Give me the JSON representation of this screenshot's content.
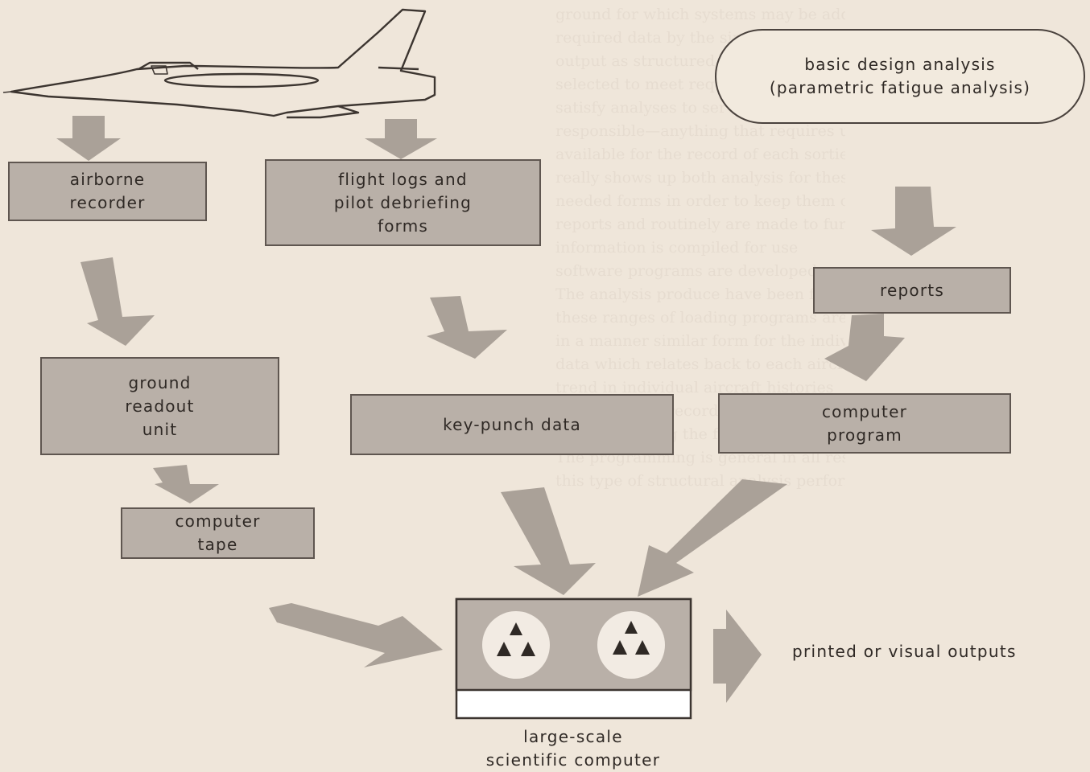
{
  "diagram": {
    "recorder_box": "airborne\nrecorder",
    "flightlogs_box": "flight logs and\npilot debriefing\nforms",
    "design_analysis": {
      "line1": "basic design analysis",
      "line2": "(parametric fatigue analysis)"
    },
    "reports_box": "reports",
    "readout_box": "ground\nreadout\nunit",
    "keypunch_box": "key-punch data",
    "program_box": "computer\nprogram",
    "tape_box": "computer\ntape",
    "computer_label": {
      "line1": "large-scale",
      "line2": "scientific computer"
    },
    "outputs_label": "printed or visual outputs"
  },
  "colors": {
    "background": "#efe6da",
    "box_fill": "#b9b0a8",
    "arrow_fill": "#aaa198",
    "outline": "#4a423d"
  }
}
